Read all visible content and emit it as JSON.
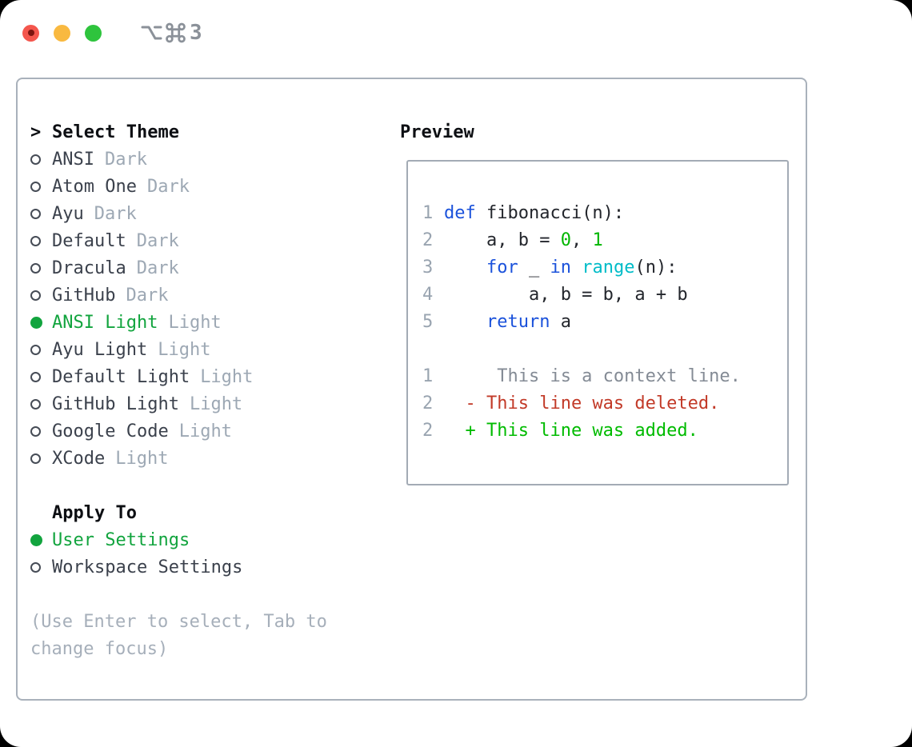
{
  "window_title": "⌥⌘3",
  "titlebar": {
    "shortcut_digit": "3",
    "window_controls": [
      "close",
      "minimize",
      "zoom"
    ]
  },
  "panel": {
    "header_marker": ">",
    "theme_header": "Select Theme",
    "themes": [
      {
        "name": "ANSI",
        "tag": "Dark",
        "selected": false
      },
      {
        "name": "Atom One",
        "tag": "Dark",
        "selected": false
      },
      {
        "name": "Ayu",
        "tag": "Dark",
        "selected": false
      },
      {
        "name": "Default",
        "tag": "Dark",
        "selected": false
      },
      {
        "name": "Dracula",
        "tag": "Dark",
        "selected": false
      },
      {
        "name": "GitHub",
        "tag": "Dark",
        "selected": false
      },
      {
        "name": "ANSI Light",
        "tag": "Light",
        "selected": true
      },
      {
        "name": "Ayu Light",
        "tag": "Light",
        "selected": false
      },
      {
        "name": "Default Light",
        "tag": "Light",
        "selected": false
      },
      {
        "name": "GitHub Light",
        "tag": "Light",
        "selected": false
      },
      {
        "name": "Google Code",
        "tag": "Light",
        "selected": false
      },
      {
        "name": "XCode",
        "tag": "Light",
        "selected": false
      }
    ]
  },
  "apply": {
    "header": "Apply To",
    "options": [
      {
        "name": "User Settings",
        "selected": true
      },
      {
        "name": "Workspace Settings",
        "selected": false
      }
    ]
  },
  "footer": {
    "line1": "(Use Enter to select, Tab to",
    "line2": "change focus)"
  },
  "preview": {
    "label": "Preview",
    "code_lines": [
      {
        "num": "1",
        "tokens": [
          {
            "t": "def ",
            "c": "kw"
          },
          {
            "t": "fibonacci(n):",
            "c": "plain"
          }
        ]
      },
      {
        "num": "2",
        "tokens": [
          {
            "t": "    a, b = ",
            "c": "plain"
          },
          {
            "t": "0",
            "c": "lit"
          },
          {
            "t": ", ",
            "c": "plain"
          },
          {
            "t": "1",
            "c": "lit"
          }
        ]
      },
      {
        "num": "3",
        "tokens": [
          {
            "t": "    ",
            "c": "plain"
          },
          {
            "t": "for",
            "c": "kw"
          },
          {
            "t": " _ ",
            "c": "plain"
          },
          {
            "t": "in",
            "c": "kw"
          },
          {
            "t": " ",
            "c": "plain"
          },
          {
            "t": "range",
            "c": "builtin"
          },
          {
            "t": "(n):",
            "c": "plain"
          }
        ]
      },
      {
        "num": "4",
        "tokens": [
          {
            "t": "        a, b = b, a + b",
            "c": "plain"
          }
        ]
      },
      {
        "num": "5",
        "tokens": [
          {
            "t": "    ",
            "c": "plain"
          },
          {
            "t": "return",
            "c": "kw"
          },
          {
            "t": " a",
            "c": "plain"
          }
        ]
      }
    ],
    "diff_lines": [
      {
        "num": "1",
        "text": "     This is a context line.",
        "type": "context"
      },
      {
        "num": "2",
        "text": "  - This line was deleted.",
        "type": "deleted"
      },
      {
        "num": "2",
        "text": "  + This line was added.",
        "type": "added"
      }
    ]
  },
  "colors": {
    "accent_green": "#12a43e",
    "keyword_blue": "#1b52db",
    "builtin_cyan": "#00bcc8",
    "literal_green": "#00b600",
    "added_green": "#00bb00",
    "deleted_red": "#c23a28",
    "context_gray": "#848b95",
    "line_number_gray": "#99a4b0",
    "tag_gray": "#9da8b4",
    "text_dark": "#3b414c",
    "border_gray": "#a9b1bb",
    "traffic_red": "#f4564d",
    "traffic_yellow": "#f9b940",
    "traffic_green": "#2ec43d"
  }
}
